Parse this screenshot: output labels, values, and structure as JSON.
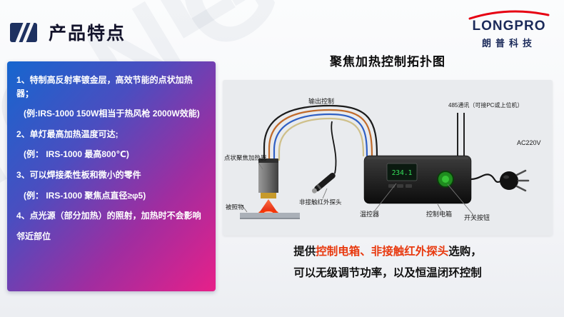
{
  "slide": {
    "header": {
      "title": "产品特点"
    },
    "logo": {
      "wordmark": "LONGPRO",
      "company": "朗普科技"
    },
    "watermark": "LONGPRO",
    "features": {
      "lines": [
        "1、特制高反射率镀金层，高效节能的点状加热器；",
        "(例:IRS-1000 150W相当于热风枪 2000W效能)",
        "2、单灯最高加热温度可达;",
        "(例： IRS-1000 最高800℃)",
        "3、可以焊接柔性板和微小的零件",
        "(例： IRS-1000 聚焦点直径≥φ5)",
        "4、点光源（部分加热）的照射，加热时不会影响",
        "邻近部位"
      ]
    },
    "diagram": {
      "title": "聚焦加热控制拓扑图",
      "display_value": "234.1",
      "labels": {
        "output_control": "输出控制",
        "comm485": "485通讯（可接PC或上位机）",
        "ac": "AC220V",
        "heater": "点状聚焦加热器",
        "probe": "非接触红外探头",
        "object": "被照物",
        "temp_controller": "温控器",
        "control_box": "控制电箱",
        "switch": "开关按钮"
      }
    },
    "footer": {
      "prefix": "提供",
      "highlight": "控制电箱、非接触红外探头",
      "suffix": "选购，",
      "line2": "可以无级调节功率，以及恒温闭环控制"
    },
    "colors": {
      "accent_red": "#e60012",
      "highlight_text": "#e8390f",
      "panel_gradient_start": "#1666cf",
      "panel_gradient_end": "#e72089",
      "navy": "#1b2a5a"
    }
  }
}
